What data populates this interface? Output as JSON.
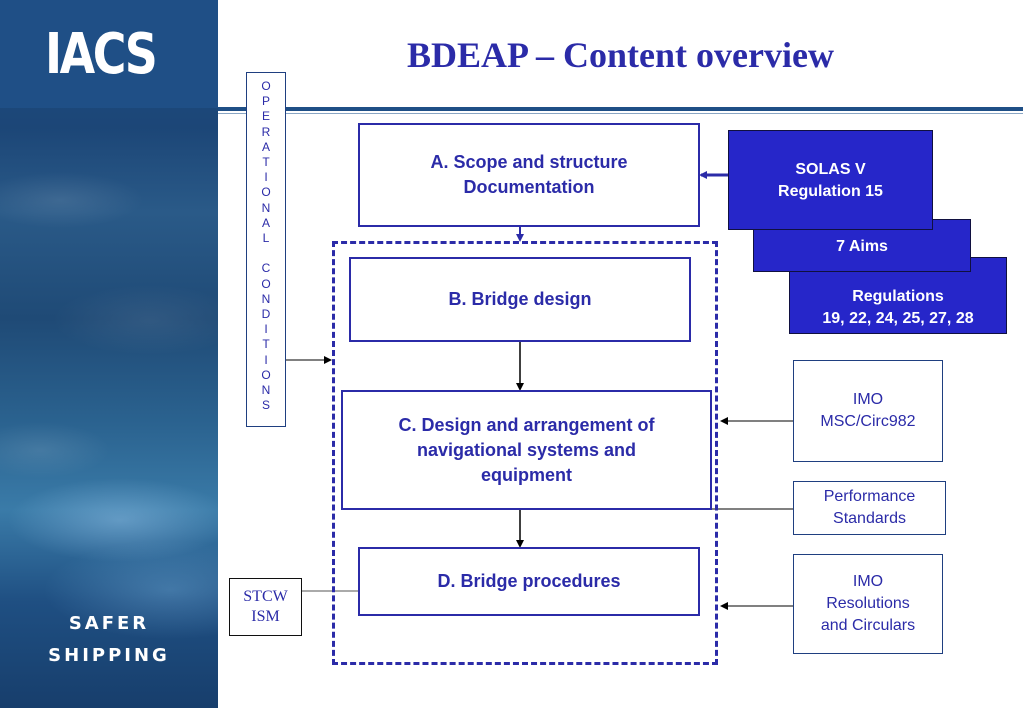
{
  "brand": {
    "logo": "IACS",
    "tagline_line1": "SAFER",
    "tagline_line2": "SHIPPING"
  },
  "title": "BDEAP – Content overview",
  "side_box": {
    "letters": [
      "O",
      "P",
      "E",
      "R",
      "A",
      "T",
      "I",
      "O",
      "N",
      "A",
      "L",
      "",
      "C",
      "O",
      "N",
      "D",
      "I",
      "T",
      "I",
      "O",
      "N",
      "S"
    ]
  },
  "boxes": {
    "a": "A. Scope and structure Documentation",
    "b": "B. Bridge design",
    "c": "C. Design and arrangement of navigational systems and equipment",
    "d": "D. Bridge procedures"
  },
  "references": {
    "solas_line1": "SOLAS V",
    "solas_line2": "Regulation 15",
    "aims": "7 Aims",
    "regs_line1": "Regulations",
    "regs_line2": "19, 22, 24, 25, 27, 28",
    "imo_msc_line1": "IMO",
    "imo_msc_line2": "MSC/Circ982",
    "perf_line1": "Performance",
    "perf_line2": "Standards",
    "imo_res_line1": "IMO",
    "imo_res_line2": "Resolutions",
    "imo_res_line3": "and Circulars",
    "stcw_line1": "STCW",
    "stcw_line2": "ISM"
  },
  "colors": {
    "accent": "#2b2ba8",
    "filled_box": "#2626c9",
    "side_panel": "#1f4f86"
  }
}
